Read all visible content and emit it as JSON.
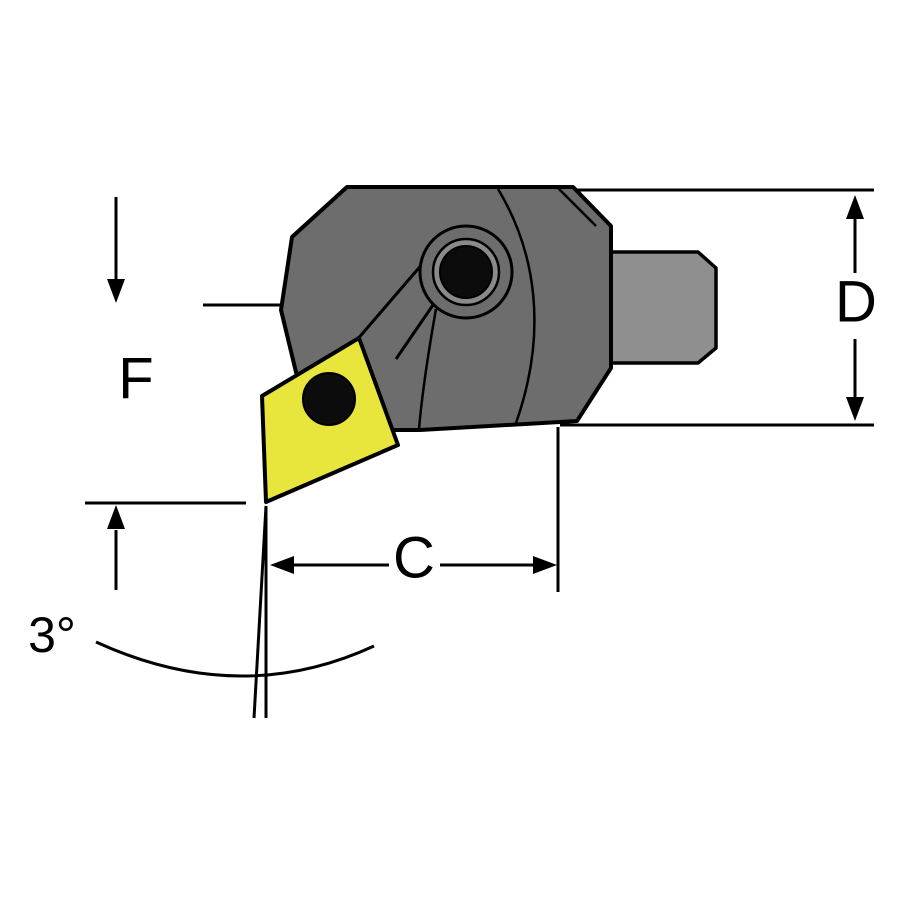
{
  "figure": {
    "labels": {
      "f": "F",
      "d": "D",
      "c": "C",
      "angle": "3°"
    },
    "colors": {
      "background": "#ffffff",
      "outline": "#000000",
      "body_gray": "#6d6d6d",
      "shank_gray": "#8f8f8f",
      "washer_gray": "#8a8a8a",
      "screw_black": "#0c0c0c",
      "insert_yellow": "#e8e53c",
      "hole_black": "#0c0c0c"
    }
  }
}
